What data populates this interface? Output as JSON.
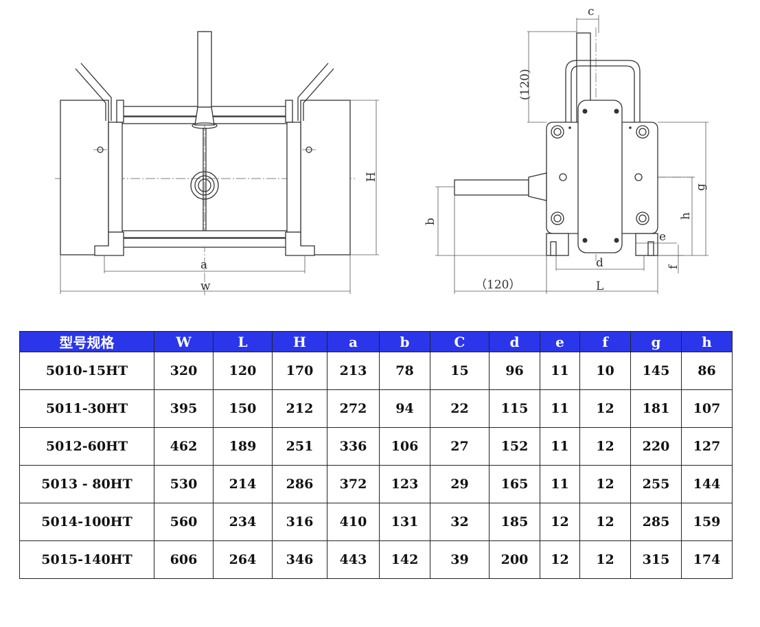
{
  "drawing_labels": {
    "front": {
      "a": "a",
      "w": "w",
      "H": "H"
    },
    "side": {
      "c": "c",
      "dim120_vertical": "(120)",
      "g": "g",
      "h": "h",
      "b": "b",
      "e": "e",
      "d": "d",
      "f": "f",
      "dim120_horizontal": "（120）",
      "L": "L"
    }
  },
  "table": {
    "headers": [
      "型号规格",
      "W",
      "L",
      "H",
      "a",
      "b",
      "C",
      "d",
      "e",
      "f",
      "g",
      "h"
    ],
    "rows": [
      [
        "5010-15HT",
        "320",
        "120",
        "170",
        "213",
        "78",
        "15",
        "96",
        "11",
        "10",
        "145",
        "86"
      ],
      [
        "5011-30HT",
        "395",
        "150",
        "212",
        "272",
        "94",
        "22",
        "115",
        "11",
        "12",
        "181",
        "107"
      ],
      [
        "5012-60HT",
        "462",
        "189",
        "251",
        "336",
        "106",
        "27",
        "152",
        "11",
        "12",
        "220",
        "127"
      ],
      [
        "5013 - 80HT",
        "530",
        "214",
        "286",
        "372",
        "123",
        "29",
        "165",
        "11",
        "12",
        "255",
        "144"
      ],
      [
        "5014-100HT",
        "560",
        "234",
        "316",
        "410",
        "131",
        "32",
        "185",
        "12",
        "12",
        "285",
        "159"
      ],
      [
        "5015-140HT",
        "606",
        "264",
        "346",
        "443",
        "142",
        "39",
        "200",
        "12",
        "12",
        "315",
        "174"
      ]
    ]
  }
}
